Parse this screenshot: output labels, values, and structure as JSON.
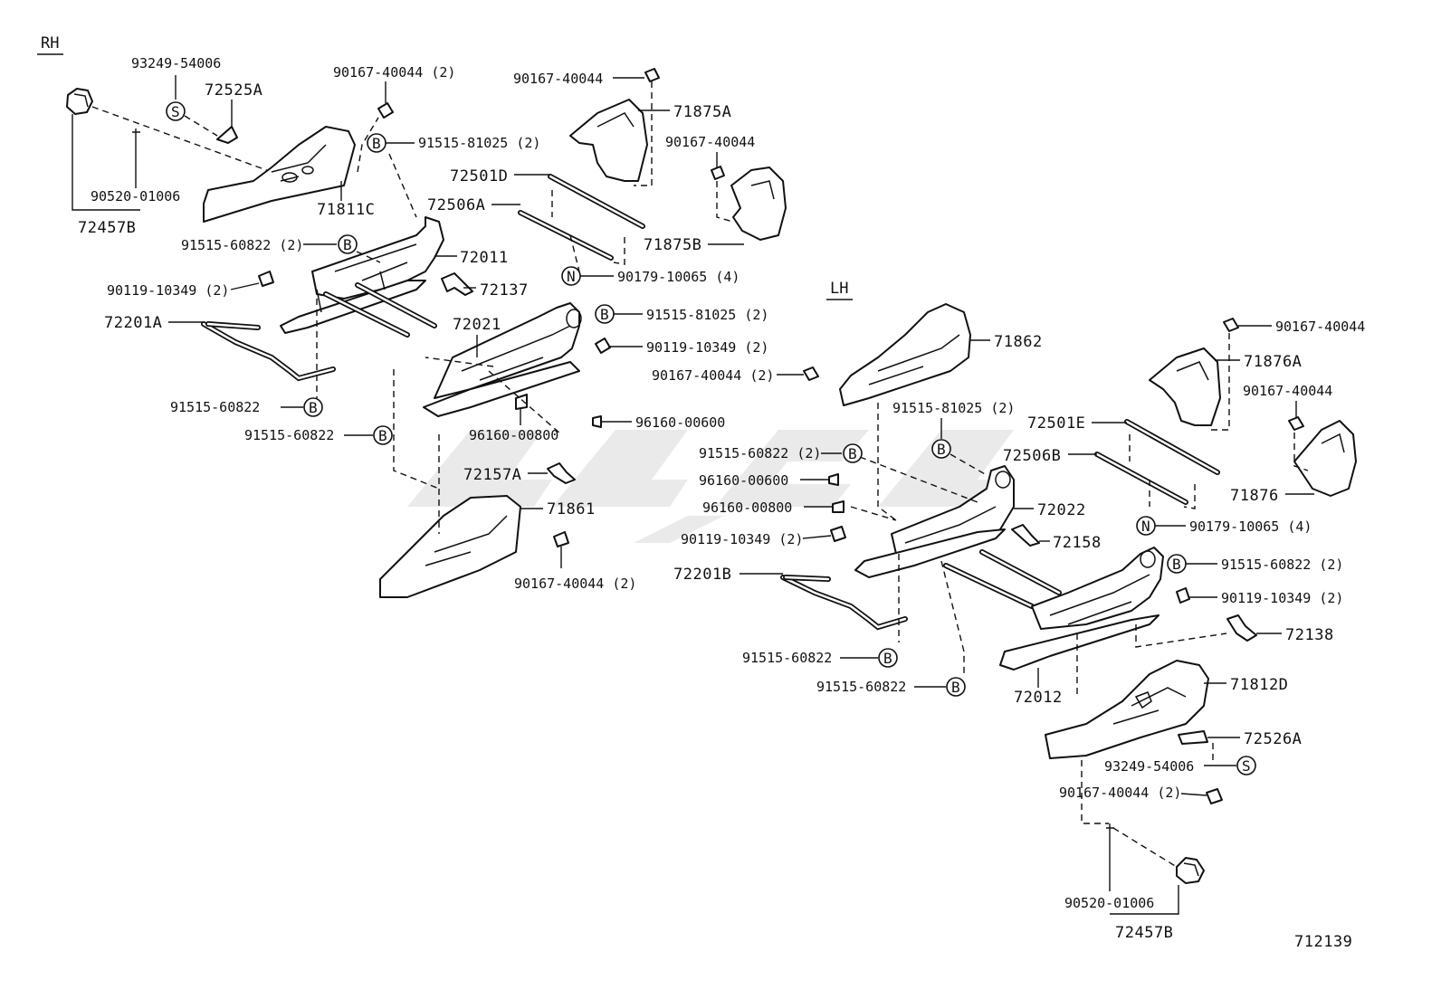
{
  "sections": {
    "rh": "RH",
    "lh": "LH"
  },
  "figure_id": "712139",
  "callout_letters": {
    "bolt": "B",
    "screw": "S",
    "nut": "N"
  },
  "watermark": "logo-watermark",
  "rh_labels": {
    "p93249": "93249-54006",
    "p72525A": "72525A",
    "p90167_top": "90167-40044 (2)",
    "p91515_81025": "91515-81025 (2)",
    "p90520": "90520-01006",
    "p72457B": "72457B",
    "p71811C": "71811C",
    "p91515_60822_2": "91515-60822 (2)",
    "p72011": "72011",
    "p90119": "90119-10349 (2)",
    "p72137": "72137",
    "p72201A": "72201A",
    "p91515_60822_a": "91515-60822",
    "p91515_60822_b": "91515-60822",
    "p72021": "72021",
    "p91515_81025_b": "91515-81025 (2)",
    "p90119_b": "90119-10349 (2)",
    "p96160_00800": "96160-00800",
    "p96160_00600": "96160-00600",
    "p72157A": "72157A",
    "p71861": "71861",
    "p90167_b": "90167-40044 (2)",
    "p90167_c": "90167-40044",
    "p71875A": "71875A",
    "p90167_d": "90167-40044",
    "p72501D": "72501D",
    "p72506A": "72506A",
    "p71875B": "71875B",
    "p90179": "90179-10065 (4)"
  },
  "lh_labels": {
    "p71862": "71862",
    "p90167_2": "90167-40044 (2)",
    "p90167_e": "90167-40044",
    "p71876A": "71876A",
    "p90167_f": "90167-40044",
    "p91515_81025": "91515-81025 (2)",
    "p72501E": "72501E",
    "p91515_60822_2": "91515-60822 (2)",
    "p72506B": "72506B",
    "p96160_00600": "96160-00600",
    "p72022": "72022",
    "p71876": "71876",
    "p96160_00800": "96160-00800",
    "p90179": "90179-10065 (4)",
    "p90119": "90119-10349 (2)",
    "p72158": "72158",
    "p91515_60822_c": "91515-60822 (2)",
    "p72201B": "72201B",
    "p90119_b": "90119-10349 (2)",
    "p72138": "72138",
    "p91515_60822_a": "91515-60822",
    "p91515_60822_b": "91515-60822",
    "p72012": "72012",
    "p71812D": "71812D",
    "p72526A": "72526A",
    "p93249": "93249-54006",
    "p90167_g": "90167-40044 (2)",
    "p90520": "90520-01006",
    "p72457B": "72457B"
  }
}
